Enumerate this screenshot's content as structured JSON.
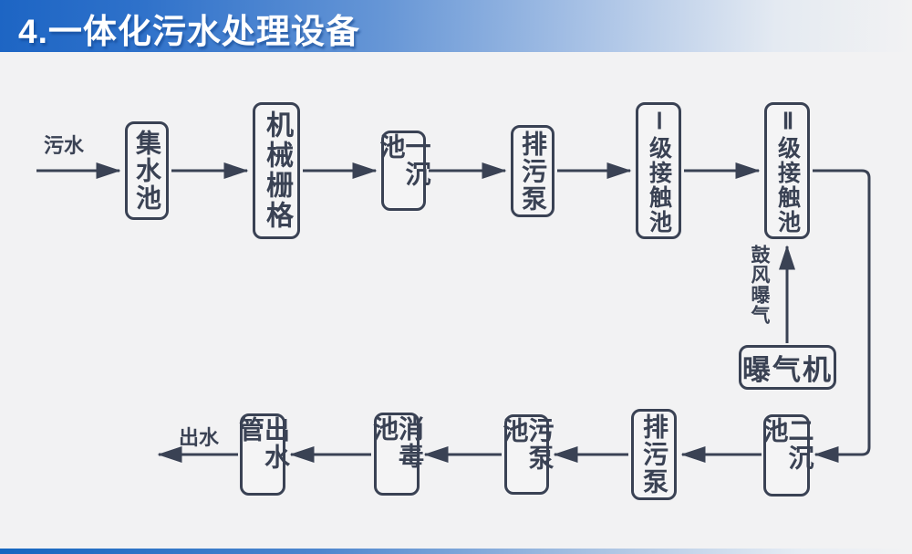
{
  "title": "4.一体化污水处理设备",
  "flowchart": {
    "input_label": "污水",
    "output_label": "出水",
    "aeration_label": "鼓风曝气",
    "nodes": {
      "collect": "集水池",
      "screen": "机械栅格",
      "primary_sed": "一沉池",
      "sewage_pump_top": "排污泵",
      "contact_1": "Ⅰ级接触池",
      "contact_2": "Ⅱ级接触池",
      "aerator": "曝气机",
      "secondary_sed": "二沉池",
      "sewage_pump_bottom": "排污泵",
      "sludge_pump": "污泵池",
      "disinfect": "消毒池",
      "outlet_pipe": "出水管"
    }
  },
  "colors": {
    "line": "#3a4254",
    "header_blue": "#1d65c4",
    "background": "#f2f2f3",
    "title_text": "#ffffff"
  }
}
